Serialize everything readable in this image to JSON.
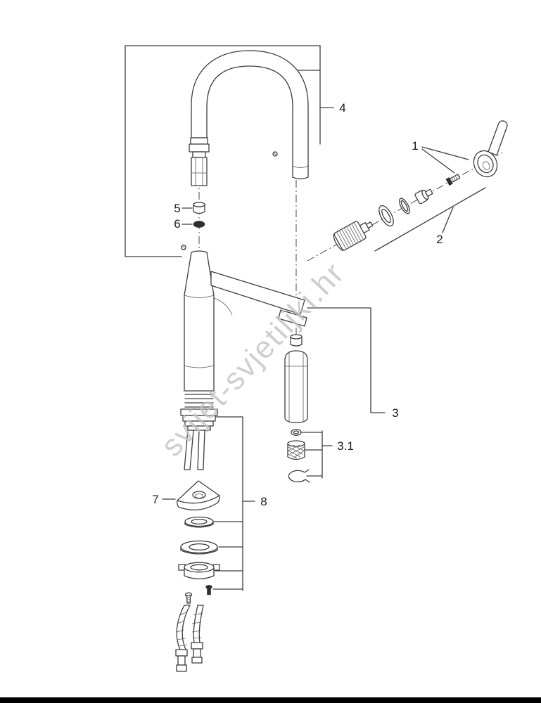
{
  "diagram": {
    "type": "exploded-parts-diagram",
    "subject": "kitchen-faucet-spare-parts",
    "watermark": "svijet-svjetiljki.hr",
    "callouts": [
      {
        "id": "1"
      },
      {
        "id": "2"
      },
      {
        "id": "3"
      },
      {
        "id": "3.1"
      },
      {
        "id": "4"
      },
      {
        "id": "5"
      },
      {
        "id": "6"
      },
      {
        "id": "7"
      },
      {
        "id": "8"
      }
    ],
    "colors": {
      "line": "#3d3d3d",
      "label": "#1c1c1c",
      "watermark": "#c4c4c4",
      "background": "#ffffff",
      "footer_bar": "#000000"
    }
  }
}
